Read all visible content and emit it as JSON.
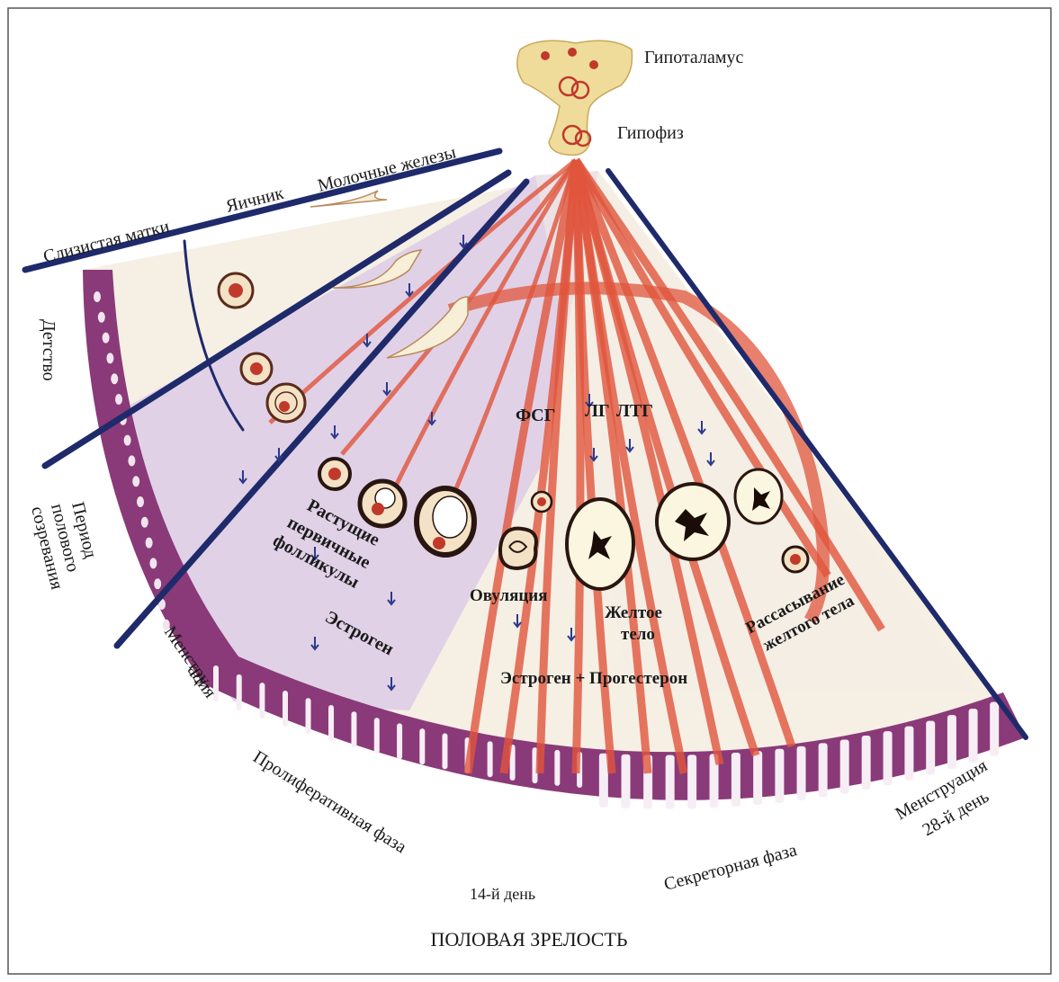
{
  "labels": {
    "hypothalamus": "Гипоталамус",
    "pituitary": "Гипофиз",
    "mammary": "Молочные железы",
    "ovary": "Яичник",
    "uterine_mucosa": "Слизистая матки",
    "childhood": "Детство",
    "puberty_1": "Период",
    "puberty_2": "полового",
    "puberty_3": "созревания",
    "menstruation_1": "Менстру-",
    "menstruation_2": "ация",
    "proliferative": "Пролиферативная фаза",
    "day14": "14-й день",
    "secretory": "Секреторная фаза",
    "menstruation_end_1": "Менструация",
    "menstruation_end_2": "28-й день",
    "fsh": "ФСГ",
    "lh": "ЛГ",
    "ltg": "ЛТГ",
    "growing_1": "Растущие",
    "growing_2": "первичные",
    "growing_3": "фолликулы",
    "estrogen": "Эстроген",
    "ovulation": "Овуляция",
    "corpus_1": "Желтое",
    "corpus_2": "тело",
    "estrogen_progesterone": "Эстроген + Прогестерон",
    "resorption_1": "Рассасывание",
    "resorption_2": "желтого тела",
    "caption": "ПОЛОВАЯ  ЗРЕЛОСТЬ"
  },
  "colors": {
    "frame": "#555555",
    "navy": "#1f2a6b",
    "hormone_red": "#e0553c",
    "mucosa_purple": "#8a3a78",
    "lilac": "#d7c5e6",
    "cream": "#f7f0e2"
  }
}
